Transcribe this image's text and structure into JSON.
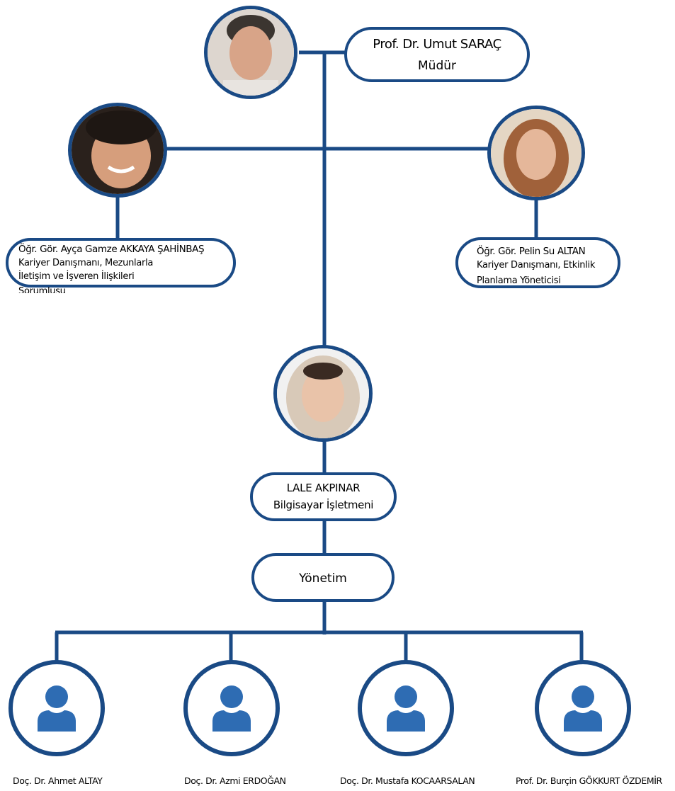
{
  "director": {
    "name": "Prof. Dr. Umut SARAÇ",
    "role": "Müdür"
  },
  "left_staff": {
    "name": "Öğr. Gör. Ayça Gamze AKKAYA ŞAHİNBAŞ",
    "role_line1": "Kariyer Danışmanı, Mezunlarla",
    "role_line2": "İletişim  ve İşveren İlişkileri",
    "role_line3": "Sorumlusu"
  },
  "right_staff": {
    "name": "Öğr. Gör. Pelin Su ALTAN",
    "role_line1": "Kariyer Danışmanı,  Etkinlik",
    "role_line2": "Planlama Yöneticisi"
  },
  "operator": {
    "name": "LALE AKPINAR",
    "role": "Bilgisayar İşletmeni"
  },
  "management": {
    "label": "Yönetim"
  },
  "members": [
    {
      "name": "Doç. Dr. Ahmet ALTAY"
    },
    {
      "name": "Doç. Dr. Azmi ERDOĞAN"
    },
    {
      "name": "Doç. Dr. Mustafa KOCAARSALAN"
    },
    {
      "name": "Prof. Dr. Burçin GÖKKURT ÖZDEMİR"
    }
  ],
  "colors": {
    "line": "#1a4a85",
    "icon": "#2e6cb3"
  },
  "icons": {
    "member": "user-icon"
  }
}
